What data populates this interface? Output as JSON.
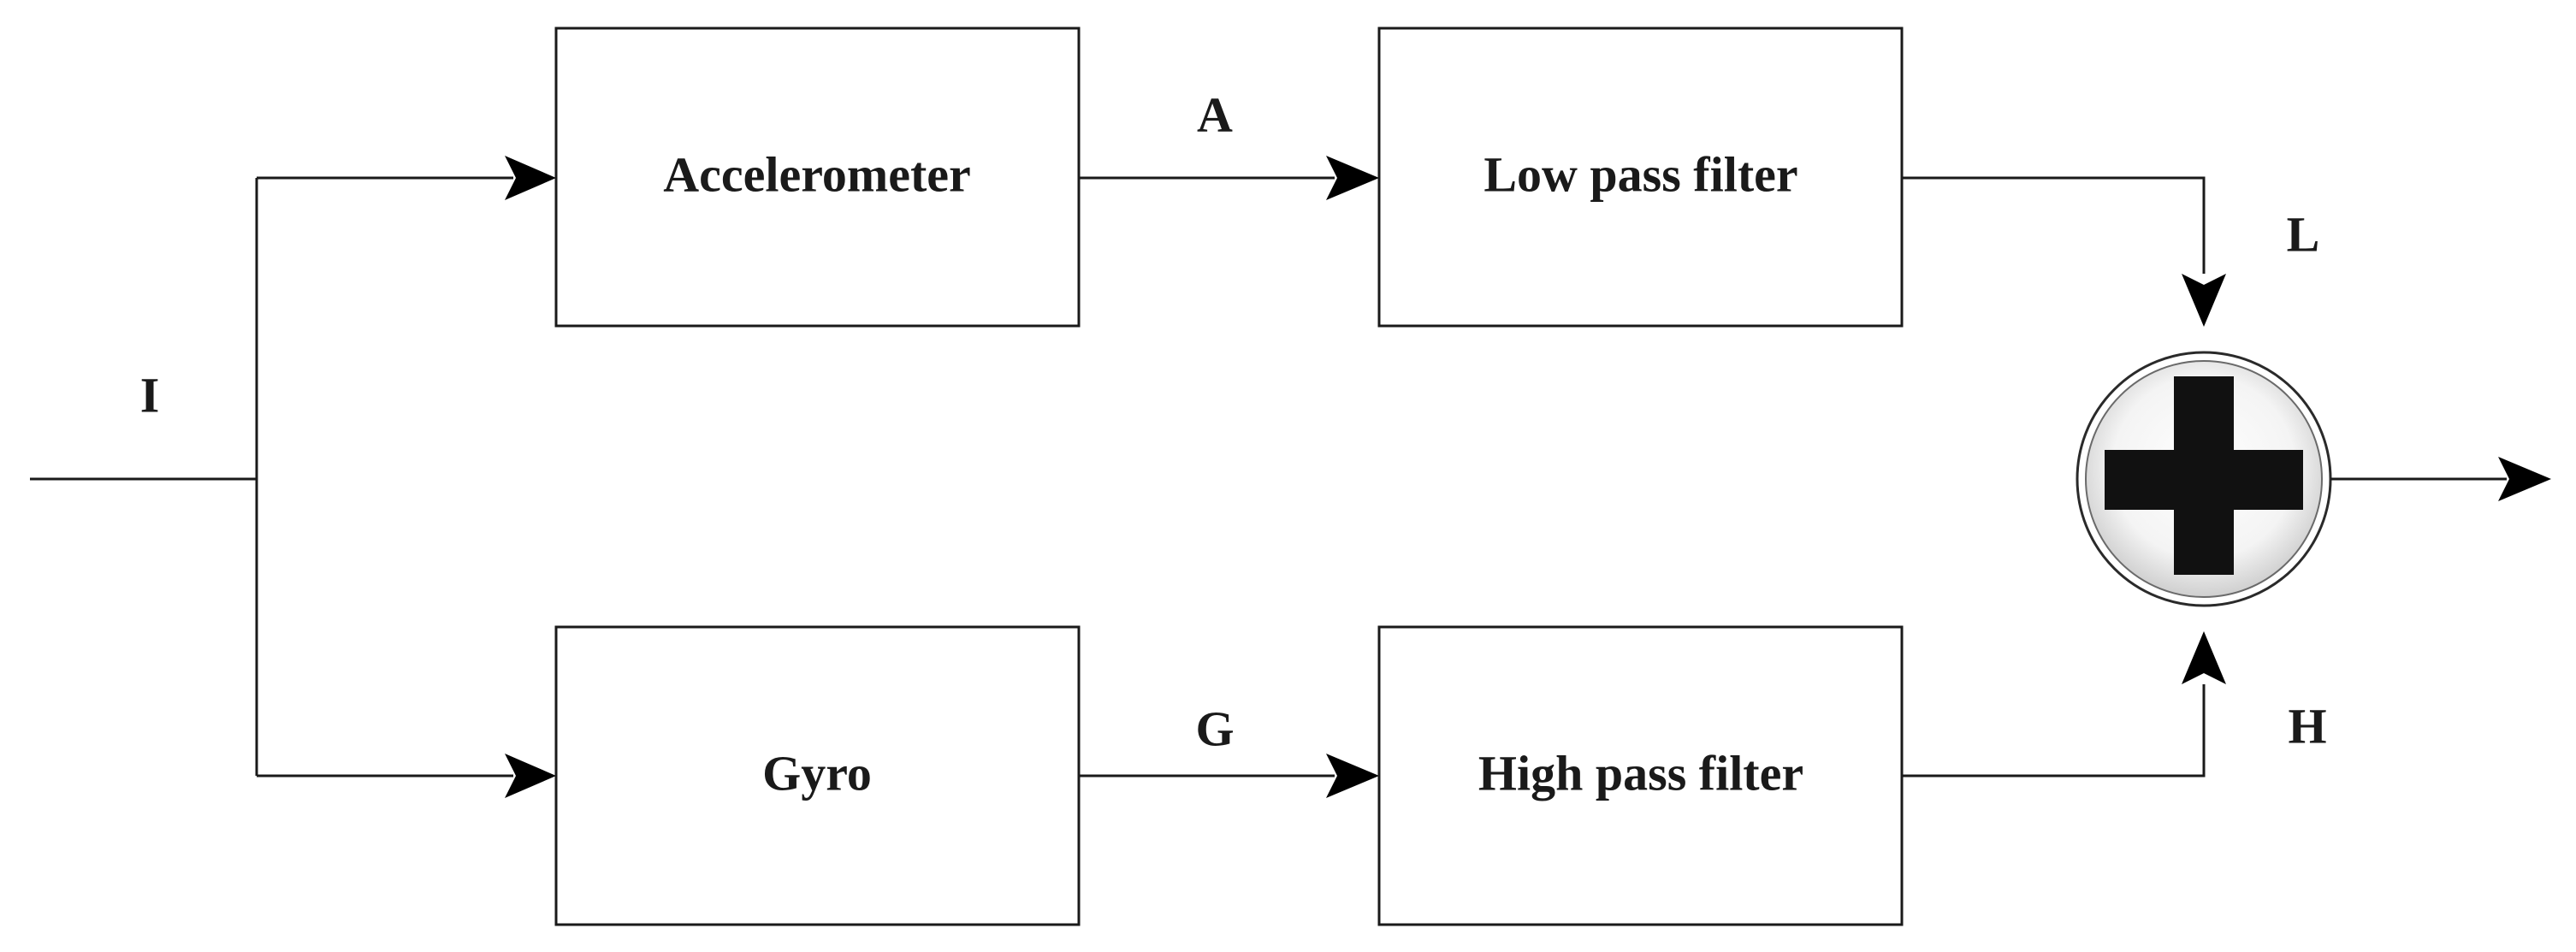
{
  "blocks": {
    "accelerometer": "Accelerometer",
    "gyro": "Gyro",
    "low_pass_filter": "Low pass filter",
    "high_pass_filter": "High pass filter"
  },
  "signals": {
    "input": "I",
    "accel_out": "A",
    "gyro_out": "G",
    "low_pass_out": "L",
    "high_pass_out": "H"
  },
  "summing_junction": {
    "symbol": "plus-icon"
  },
  "colors": {
    "line": "#1a1a1a",
    "background": "#ffffff"
  }
}
